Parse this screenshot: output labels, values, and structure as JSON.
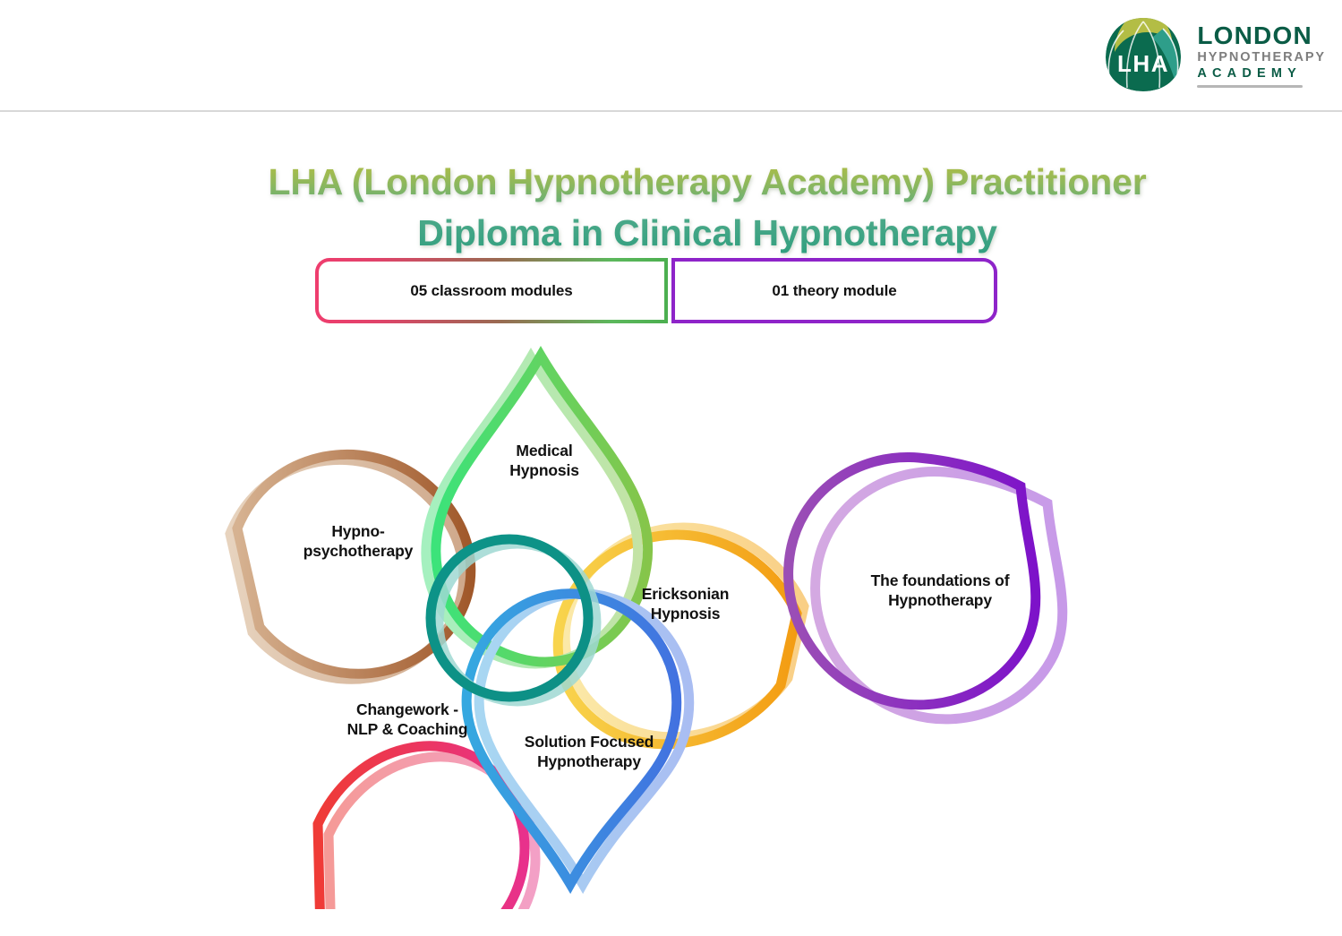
{
  "header": {
    "logo": {
      "mark_text": "LHA",
      "name_line1": "LONDON",
      "name_line2": "HYPNOTHERAPY",
      "name_line3": "ACADEMY",
      "mark_icon": "lha-leaf-logo-icon",
      "colors": {
        "dark_green": "#0b5c46",
        "olive": "#b3bd45",
        "teal": "#2e9e8a",
        "gray": "#7d7d7d"
      }
    }
  },
  "title": {
    "text": "LHA (London Hypnotherapy Academy) Practitioner Diploma in Clinical Hypnotherapy",
    "gradient_from": "#b9bf3e",
    "gradient_to": "#2e9e7e"
  },
  "modules": {
    "classroom": {
      "label": "05 classroom modules",
      "border_from": "#ef3d6e",
      "border_to": "#4caf50"
    },
    "theory": {
      "label": "01 theory module",
      "border_color": "#8e24c9"
    }
  },
  "diagram": {
    "center_circle": {
      "name": "center-circle",
      "color": "#0d9488",
      "ghost_color": "#9fd8d2"
    },
    "petals": [
      {
        "id": "medical-hypnosis",
        "label": "Medical Hypnosis",
        "label_lines": [
          "Medical",
          "Hypnosis"
        ],
        "direction": "up",
        "color_from": "#3ce37a",
        "color_to": "#86c54a",
        "ghost_from": "#a5f0bf",
        "ghost_to": "#c3e3a5"
      },
      {
        "id": "ericksonian-hypnosis",
        "label": "Ericksonian Hypnosis",
        "label_lines": [
          "Ericksonian",
          "Hypnosis"
        ],
        "direction": "right",
        "color_from": "#f8d44d",
        "color_to": "#f39c12",
        "ghost_from": "#fbe9a8",
        "ghost_to": "#f9cf86"
      },
      {
        "id": "solution-focused-hypnotherapy",
        "label": "Solution Focused Hypnotherapy",
        "label_lines": [
          "Solution Focused",
          "Hypnotherapy"
        ],
        "direction": "down",
        "color_from": "#35a8e0",
        "color_to": "#4272e0",
        "ghost_from": "#a8d7f2",
        "ghost_to": "#a9bdf2"
      },
      {
        "id": "changework-nlp-coaching",
        "label": "Changework - NLP & Coaching",
        "label_lines": [
          "Changework -",
          "NLP & Coaching"
        ],
        "direction": "down-left",
        "color_from": "#ef3b36",
        "color_to": "#e8318c",
        "ghost_from": "#f59a97",
        "ghost_to": "#f3a0c6"
      },
      {
        "id": "hypno-psychotherapy",
        "label": "Hypno-psychotherapy",
        "label_lines": [
          "Hypno-",
          "psychotherapy"
        ],
        "direction": "left",
        "color_from": "#c9a27a",
        "color_to": "#a0582a",
        "ghost_from": "#e2cbb4",
        "ghost_to": "#cfa98c"
      }
    ],
    "standalone": {
      "id": "foundations-of-hypnotherapy",
      "label": "The foundations of Hypnotherapy",
      "label_lines": [
        "The foundations of",
        "Hypnotherapy"
      ],
      "color_from": "#9b4fb5",
      "color_to": "#7d12c9",
      "ghost_from": "#d4a9e2",
      "ghost_to": "#c79ae8"
    }
  }
}
